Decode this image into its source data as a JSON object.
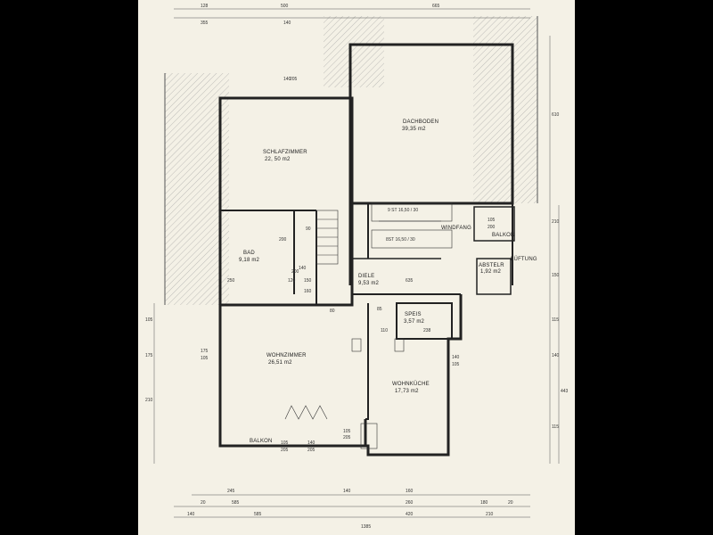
{
  "rooms": {
    "schlafzimmer": {
      "name": "SCHLAFZIMMER",
      "area": "22, 50 m2"
    },
    "dachboden": {
      "name": "DACHBODEN",
      "area": "39,35 m2"
    },
    "bad": {
      "name": "BAD",
      "area": "9,18 m2"
    },
    "diele": {
      "name": "DIELE",
      "area": "9,53 m2"
    },
    "windfang": {
      "name": "WINDFANG"
    },
    "balkon_right": {
      "name": "BALKON"
    },
    "abstell": {
      "name": "ABSTELR",
      "area": "1,92 m2"
    },
    "lueftung": {
      "name": "LÜFTUNG"
    },
    "speis": {
      "name": "SPEIS",
      "area": "3,57 m2"
    },
    "wohnzimmer": {
      "name": "WOHNZIMMER",
      "area": "26,51 m2"
    },
    "wohnkueche": {
      "name": "WOHNKÜCHE",
      "area": "17,73 m2"
    },
    "balkon_bottom": {
      "name": "BALKON"
    }
  },
  "stairs": {
    "upper": "9 ST 16,50 / 30",
    "lower": "8ST 16,50 / 30"
  },
  "dims": {
    "top": [
      "128",
      "500",
      "665",
      "355",
      "140"
    ],
    "bottom": [
      "245",
      "585",
      "260",
      "140",
      "160",
      "180",
      "20",
      "20",
      "140",
      "585",
      "420",
      "210",
      "1385"
    ],
    "left": [
      "105",
      "175",
      "210"
    ],
    "right": [
      "610",
      "210",
      "150",
      "115",
      "140",
      "443",
      "115"
    ],
    "doors": [
      "140",
      "205",
      "90",
      "200",
      "175",
      "105",
      "105",
      "205",
      "140",
      "205",
      "105",
      "205",
      "80",
      "200",
      "250",
      "635",
      "140",
      "120",
      "150",
      "160",
      "110",
      "238",
      "140",
      "105",
      "85",
      "105",
      "200"
    ]
  }
}
